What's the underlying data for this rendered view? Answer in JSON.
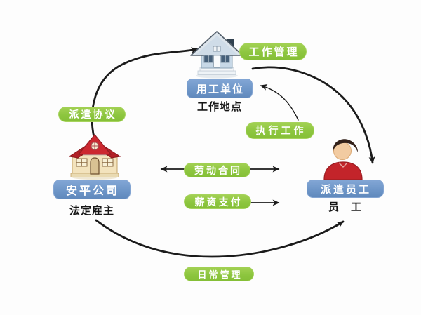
{
  "diagram": {
    "nodes": {
      "workplace": {
        "label": "用工单位",
        "caption": "工作地点"
      },
      "employer": {
        "label": "安平公司",
        "caption": "法定雇主"
      },
      "employee": {
        "label": "派遣员工",
        "caption": "员　工"
      }
    },
    "labels": {
      "work_management": "工作管理",
      "dispatch_agreement": "派遣协议",
      "execute_work": "执行工作",
      "labor_contract": "劳动合同",
      "salary_payment": "薪资支付",
      "daily_management": "日常管理"
    },
    "icons": {
      "workplace": "blue-house-icon",
      "employer": "red-roof-house-icon",
      "employee": "person-icon"
    },
    "colors": {
      "pill_green": "#8dc63f",
      "box_blue": "#6e96c8",
      "arrow": "#1b1b1b",
      "label_text": "#ffffff",
      "caption_text": "#161616",
      "background": "#fdfdfd"
    }
  }
}
